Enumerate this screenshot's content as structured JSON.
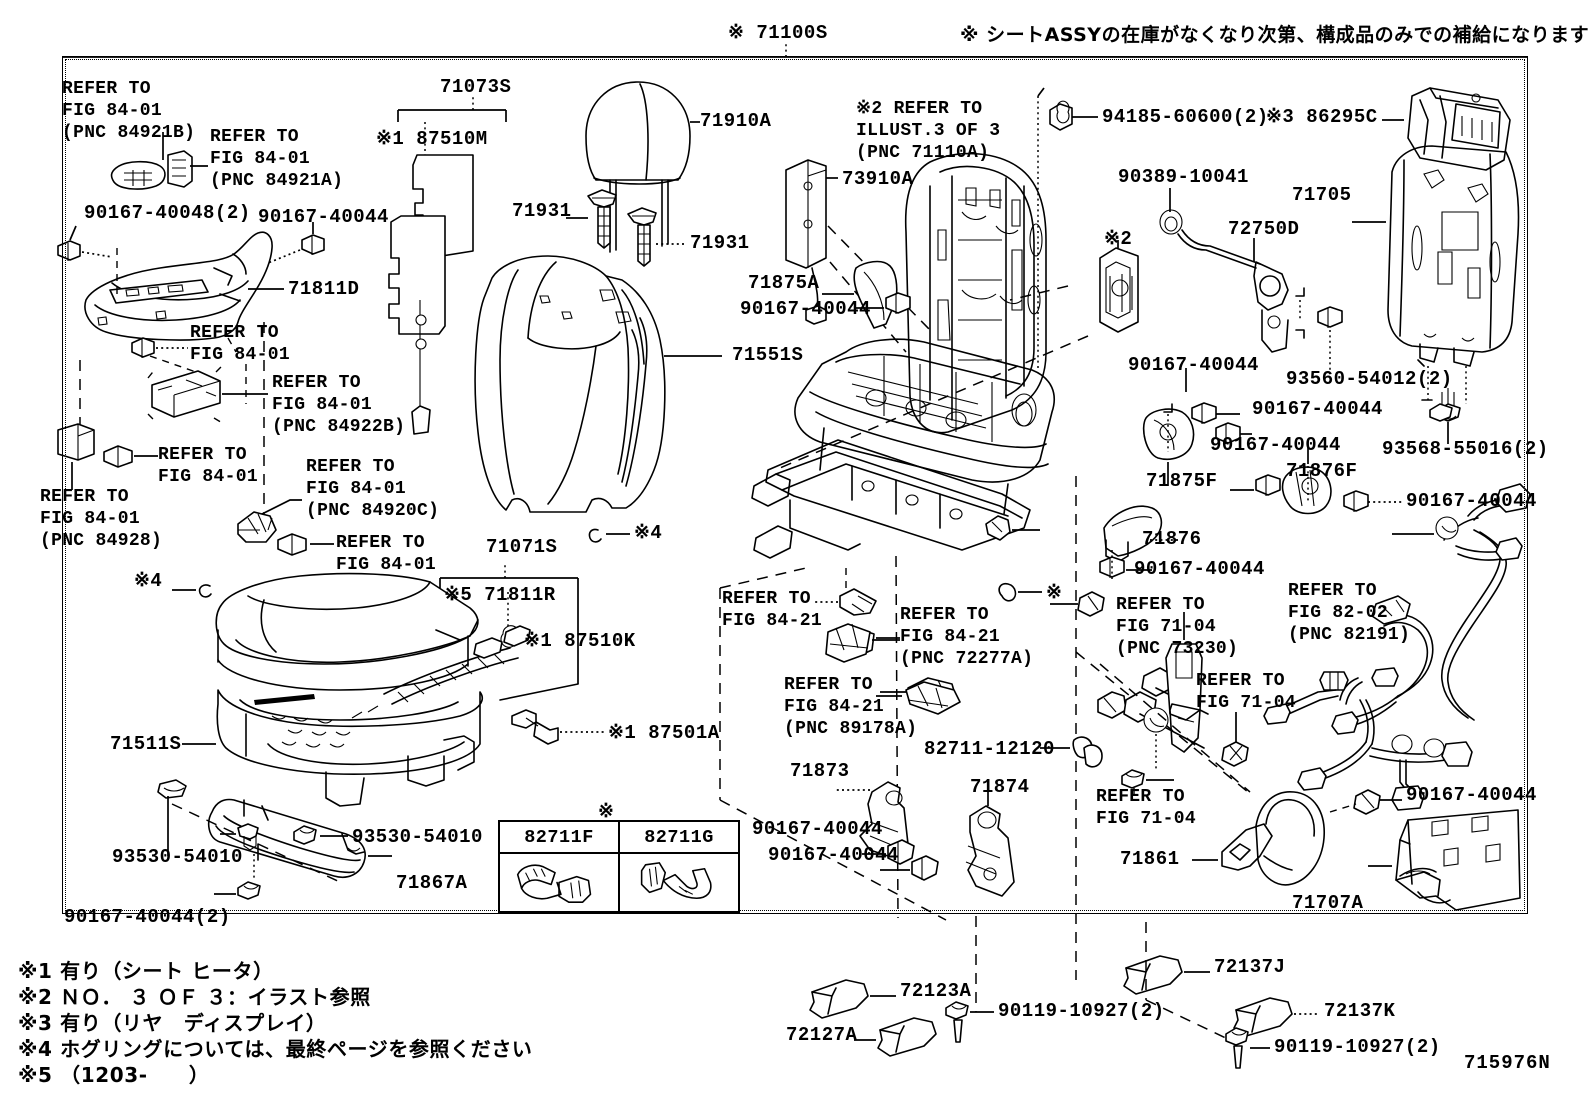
{
  "drawing": {
    "id": "715976N",
    "assembly_bracket_label": "※ 71100S",
    "header_note_jp": "※ シートASSYの在庫がなくなり次第、構成品のみでの補給になります"
  },
  "footnotes": [
    "※1 有り（シート ヒータ）",
    "※2 ＮＯ． ３ ＯＦ ３：イラスト参照",
    "※3 有り（リヤ　ディスプレイ）",
    "※4 ホグリングについては、最終ページを参照ください",
    "※5 （1203-　　）"
  ],
  "clip_table": {
    "star": "※",
    "columns": [
      "82711F",
      "82711G"
    ]
  },
  "labels": {
    "refer_84921b": "REFER TO\nFIG 84-01\n(PNC 84921B)",
    "refer_84921a": "REFER TO\nFIG 84-01\n(PNC 84921A)",
    "p_90167_40048_2": "90167-40048(2)",
    "p_90167_40044_a": "90167-40044",
    "p_71811D": "71811D",
    "refer_8401_a": "REFER TO\nFIG 84-01",
    "refer_84922b": "REFER TO\nFIG 84-01\n(PNC 84922B)",
    "refer_8401_b": "REFER TO\nFIG 84-01",
    "refer_84928": "REFER TO\nFIG 84-01\n(PNC 84928)",
    "refer_84920c": "REFER TO\nFIG 84-01\n(PNC 84920C)",
    "refer_8401_c": "REFER TO\nFIG 84-01",
    "p_71073S": "71073S",
    "p_87510M": "※1 87510M",
    "p_71910A": "71910A",
    "p_71931_a": "71931",
    "p_71931_b": "71931",
    "p_71551S": "71551S",
    "p_71071S": "71071S",
    "p_71811R": "※5 71811R",
    "p_87510K": "※1 87510K",
    "p_87501A": "※1 87501A",
    "p_71511S": "71511S",
    "p_93530_54010_a": "93530-54010",
    "p_93530_54010_b": "93530-54010",
    "p_71867A": "71867A",
    "p_90167_40044_2b": "90167-40044(2)",
    "star4_a": "※4",
    "star4_b": "※4",
    "refer_illust3": "※2 REFER TO\nILLUST.3 OF 3\n(PNC 71110A)",
    "p_73910A": "73910A",
    "p_71875A": "71875A",
    "p_90167_40044_b": "90167-40044",
    "p_94185_60600_2": "94185-60600(2)",
    "p_86295C": "※3 86295C",
    "p_90389_10041": "90389-10041",
    "p_72750D": "72750D",
    "p_71705": "71705",
    "star2_mid": "※2",
    "p_90167_40044_c": "90167-40044",
    "p_90167_40044_d": "90167-40044",
    "p_93560_54012_2": "93560-54012(2)",
    "p_90167_40044_e": "90167-40044",
    "p_93568_55016_2": "93568-55016(2)",
    "p_71875F": "71875F",
    "p_71876F": "71876F",
    "p_90167_40044_f": "90167-40044",
    "p_71876": "71876",
    "p_90167_40044_g": "90167-40044",
    "refer_8421_a": "REFER TO\nFIG 84-21",
    "refer_72277a": "REFER TO\nFIG 84-21\n(PNC 72277A)",
    "refer_89178a": "REFER TO\nFIG 84-21\n(PNC 89178A)",
    "refer_73230": "REFER TO\nFIG 71-04\n(PNC 73230)",
    "refer_82191": "REFER TO\nFIG 82-02\n(PNC 82191)",
    "refer_7104_a": "REFER TO\nFIG 71-04",
    "refer_7104_b": "REFER TO\nFIG 71-04",
    "star_mid_small": "※",
    "p_82711_12120": "82711-12120",
    "p_71873": "71873",
    "p_71874": "71874",
    "p_90167_40044_h": "90167-40044",
    "p_90167_40044_i": "90167-40044",
    "p_71861": "71861",
    "p_90167_40044_j": "90167-40044",
    "p_71707A": "71707A",
    "p_72137J": "72137J",
    "p_72137K": "72137K",
    "p_72123A": "72123A",
    "p_72127A": "72127A",
    "p_90119_10927_2a": "90119-10927(2)",
    "p_90119_10927_2b": "90119-10927(2)"
  }
}
